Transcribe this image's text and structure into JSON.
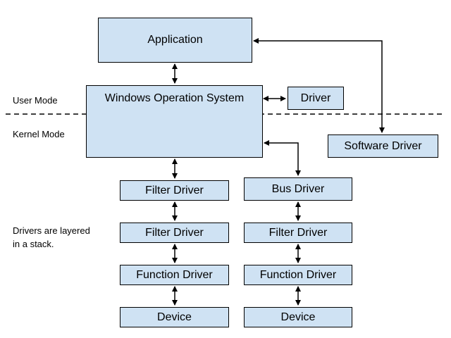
{
  "mode_labels": {
    "user": "User Mode",
    "kernel": "Kernel Mode"
  },
  "note": {
    "line1": "Drivers are layered",
    "line2": "in a stack."
  },
  "boxes": {
    "application": "Application",
    "windows_os": "Windows Operation System",
    "driver": "Driver",
    "software_driver": "Software Driver",
    "left_stack": [
      "Filter Driver",
      "Filter Driver",
      "Function Driver",
      "Device"
    ],
    "right_stack": [
      "Bus Driver",
      "Filter Driver",
      "Function Driver",
      "Device"
    ]
  },
  "colors": {
    "box_fill": "#cfe2f3",
    "stroke": "#000000"
  }
}
